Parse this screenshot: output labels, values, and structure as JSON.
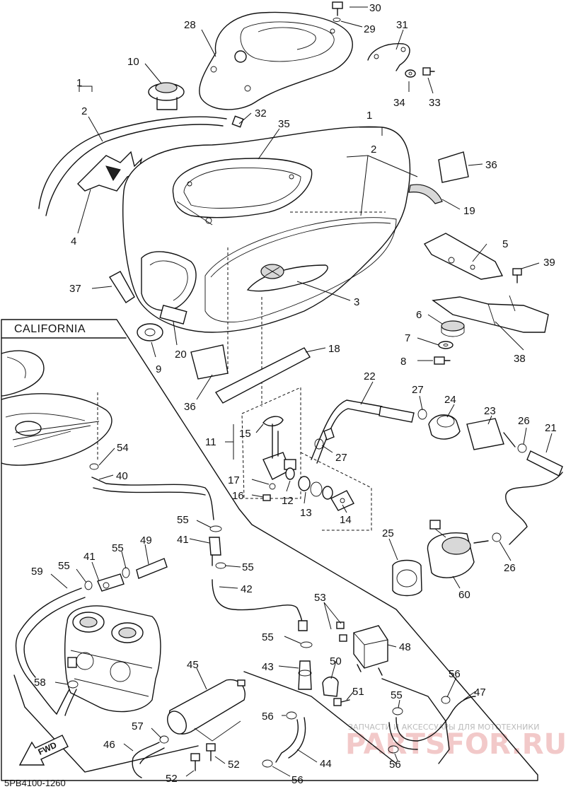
{
  "diagram": {
    "region_label": "CALIFORNIA",
    "footer_code": "5PB4100-1260",
    "direction_label": "FWD",
    "watermark_caption": "ЗАПЧАСТИ И АКСЕССУАРЫ ДЛЯ МОТОТЕХНИКИ",
    "watermark_logo": "PARTSFOR.RU"
  },
  "callouts": [
    {
      "id": "30",
      "label": "30"
    },
    {
      "id": "29",
      "label": "29"
    },
    {
      "id": "28",
      "label": "28"
    },
    {
      "id": "31",
      "label": "31"
    },
    {
      "id": "10",
      "label": "10"
    },
    {
      "id": "1a",
      "label": "1"
    },
    {
      "id": "2a",
      "label": "2"
    },
    {
      "id": "34",
      "label": "34"
    },
    {
      "id": "33",
      "label": "33"
    },
    {
      "id": "32",
      "label": "32"
    },
    {
      "id": "35",
      "label": "35"
    },
    {
      "id": "1b",
      "label": "1"
    },
    {
      "id": "2b",
      "label": "2"
    },
    {
      "id": "36a",
      "label": "36"
    },
    {
      "id": "4",
      "label": "4"
    },
    {
      "id": "19",
      "label": "19"
    },
    {
      "id": "5",
      "label": "5"
    },
    {
      "id": "39",
      "label": "39"
    },
    {
      "id": "37",
      "label": "37"
    },
    {
      "id": "3",
      "label": "3"
    },
    {
      "id": "6",
      "label": "6"
    },
    {
      "id": "7",
      "label": "7"
    },
    {
      "id": "20",
      "label": "20"
    },
    {
      "id": "9",
      "label": "9"
    },
    {
      "id": "38",
      "label": "38"
    },
    {
      "id": "8",
      "label": "8"
    },
    {
      "id": "18",
      "label": "18"
    },
    {
      "id": "22",
      "label": "22"
    },
    {
      "id": "27a",
      "label": "27"
    },
    {
      "id": "24",
      "label": "24"
    },
    {
      "id": "23",
      "label": "23"
    },
    {
      "id": "36b",
      "label": "36"
    },
    {
      "id": "26a",
      "label": "26"
    },
    {
      "id": "21",
      "label": "21"
    },
    {
      "id": "15",
      "label": "15"
    },
    {
      "id": "11",
      "label": "11"
    },
    {
      "id": "27b",
      "label": "27"
    },
    {
      "id": "54",
      "label": "54"
    },
    {
      "id": "40",
      "label": "40"
    },
    {
      "id": "17",
      "label": "17"
    },
    {
      "id": "16",
      "label": "16"
    },
    {
      "id": "12",
      "label": "12"
    },
    {
      "id": "13",
      "label": "13"
    },
    {
      "id": "14",
      "label": "14"
    },
    {
      "id": "55a",
      "label": "55"
    },
    {
      "id": "25",
      "label": "25"
    },
    {
      "id": "41a",
      "label": "41"
    },
    {
      "id": "55b",
      "label": "55"
    },
    {
      "id": "49",
      "label": "49"
    },
    {
      "id": "41b",
      "label": "41"
    },
    {
      "id": "55c",
      "label": "55"
    },
    {
      "id": "59",
      "label": "59"
    },
    {
      "id": "55d",
      "label": "55"
    },
    {
      "id": "26b",
      "label": "26"
    },
    {
      "id": "42",
      "label": "42"
    },
    {
      "id": "60",
      "label": "60"
    },
    {
      "id": "53",
      "label": "53"
    },
    {
      "id": "55e",
      "label": "55"
    },
    {
      "id": "48",
      "label": "48"
    },
    {
      "id": "45",
      "label": "45"
    },
    {
      "id": "43",
      "label": "43"
    },
    {
      "id": "50",
      "label": "50"
    },
    {
      "id": "58",
      "label": "58"
    },
    {
      "id": "56a",
      "label": "56"
    },
    {
      "id": "51",
      "label": "51"
    },
    {
      "id": "55f",
      "label": "55"
    },
    {
      "id": "47",
      "label": "47"
    },
    {
      "id": "57",
      "label": "57"
    },
    {
      "id": "56b",
      "label": "56"
    },
    {
      "id": "46",
      "label": "46"
    },
    {
      "id": "44",
      "label": "44"
    },
    {
      "id": "56c",
      "label": "56"
    },
    {
      "id": "52a",
      "label": "52"
    },
    {
      "id": "52b",
      "label": "52"
    },
    {
      "id": "56d",
      "label": "56"
    }
  ]
}
